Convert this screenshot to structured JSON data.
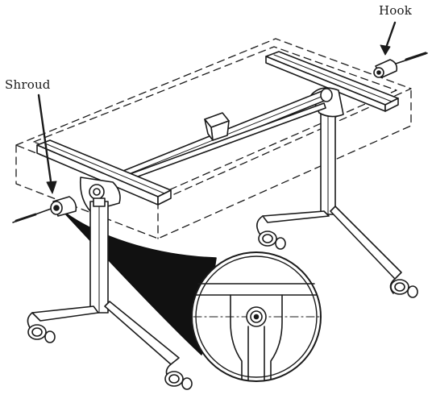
{
  "labels": {
    "hook": "Hook",
    "shroud": "Shroud"
  },
  "colors": {
    "ink": "#1a1a1a",
    "fill": "#ffffff",
    "callout_fill": "#111111"
  },
  "parts": [
    "table-top-outline",
    "left-leg-assembly",
    "right-leg-assembly",
    "cross-bar",
    "center-bracket",
    "hook",
    "shroud",
    "detail-callout"
  ]
}
